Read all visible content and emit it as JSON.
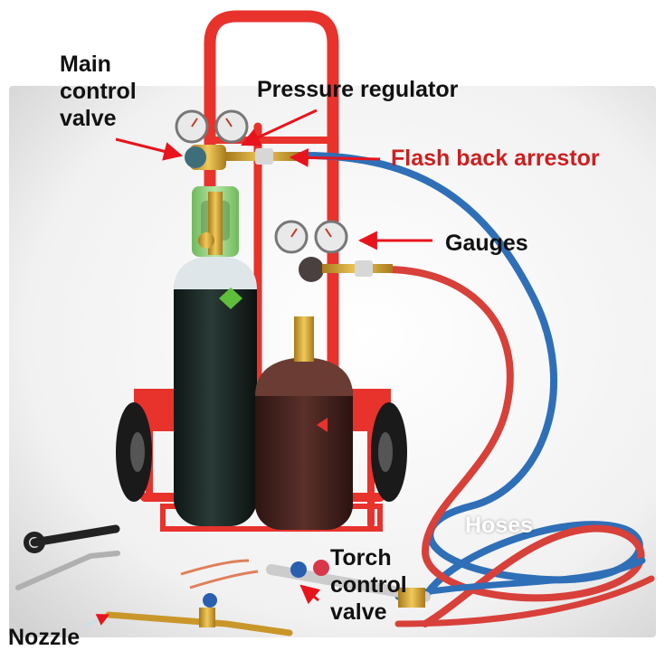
{
  "labels": {
    "main_control_valve": [
      "Main",
      "control",
      "valve"
    ],
    "pressure_regulator": "Pressure regulator",
    "flash_back_arrestor": "Flash back arrestor",
    "gauges": "Gauges",
    "hoses": "Hoses",
    "torch_control_valve": [
      "Torch",
      "control",
      "valve"
    ],
    "nozzle": "Nozzle"
  },
  "colors": {
    "label_text": "#111111",
    "highlight_label": "#cc1f1f",
    "arrow": "#e8141c",
    "trolley": "#e8322c",
    "oxygen_cylinder": "#1b2a27",
    "oxygen_shoulder": "#8fd07a",
    "acetylene_cylinder": "#4a2622",
    "hose_blue": "#2f6fb8",
    "hose_red": "#d8403a",
    "backdrop": "#e9e9e9"
  },
  "icons": {
    "gauge": "pressure-gauge-icon",
    "wrench": "spanner-icon"
  }
}
